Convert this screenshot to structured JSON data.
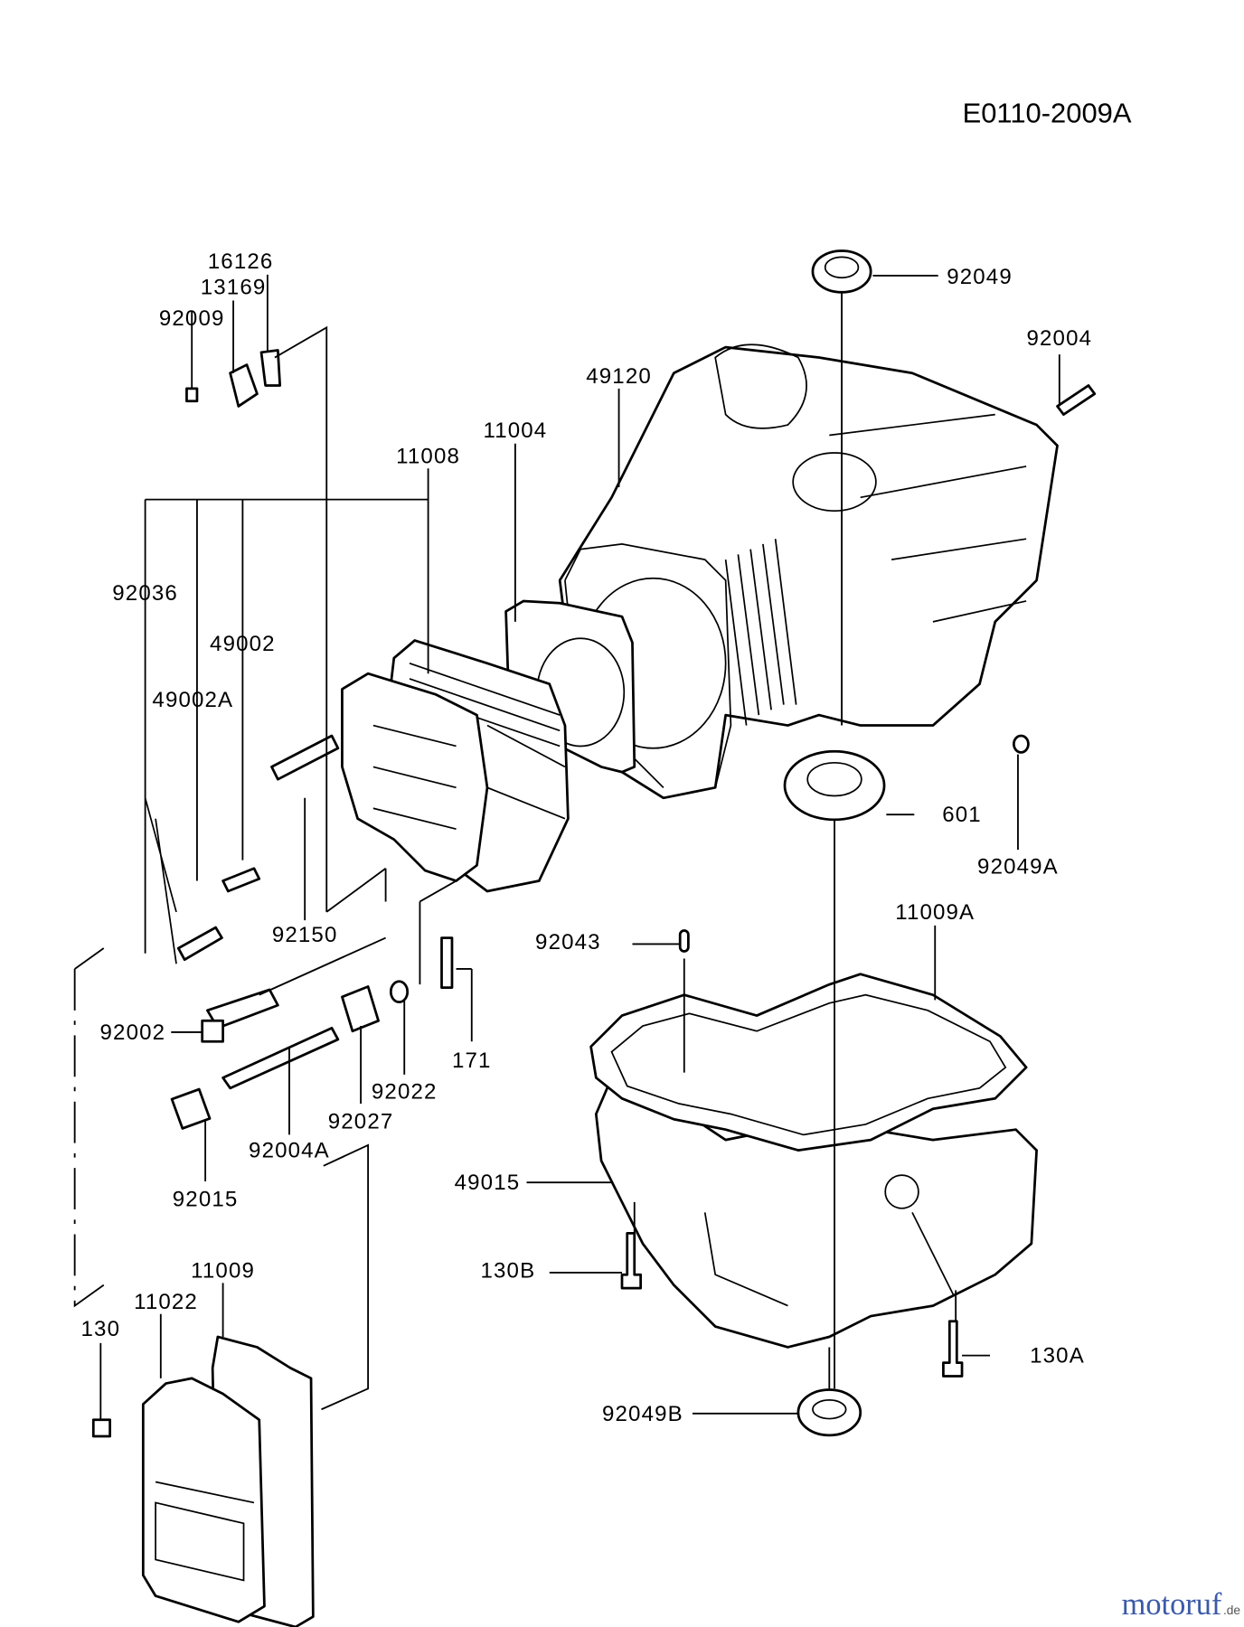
{
  "diagram_code": "E0110-2009A",
  "parts": {
    "p16126": "16126",
    "p13169": "13169",
    "p92009": "92009",
    "p11008": "11008",
    "p11004": "11004",
    "p49120": "49120",
    "p92049": "92049",
    "p92004": "92004",
    "p92036": "92036",
    "p49002": "49002",
    "p49002A": "49002A",
    "p601": "601",
    "p92049A": "92049A",
    "p92150": "92150",
    "p11009A": "11009A",
    "p92043": "92043",
    "p92002": "92002",
    "p171": "171",
    "p92022": "92022",
    "p92027": "92027",
    "p92004A": "92004A",
    "p92015": "92015",
    "p49015": "49015",
    "p130B": "130B",
    "p11009": "11009",
    "p11022": "11022",
    "p130": "130",
    "p130A": "130A",
    "p92049B": "92049B"
  },
  "watermark": {
    "text": "motoruf",
    "suffix": ".de",
    "colors": [
      "#3b5aa8",
      "#d04a2a",
      "#e0a020",
      "#3a9a3a"
    ]
  }
}
